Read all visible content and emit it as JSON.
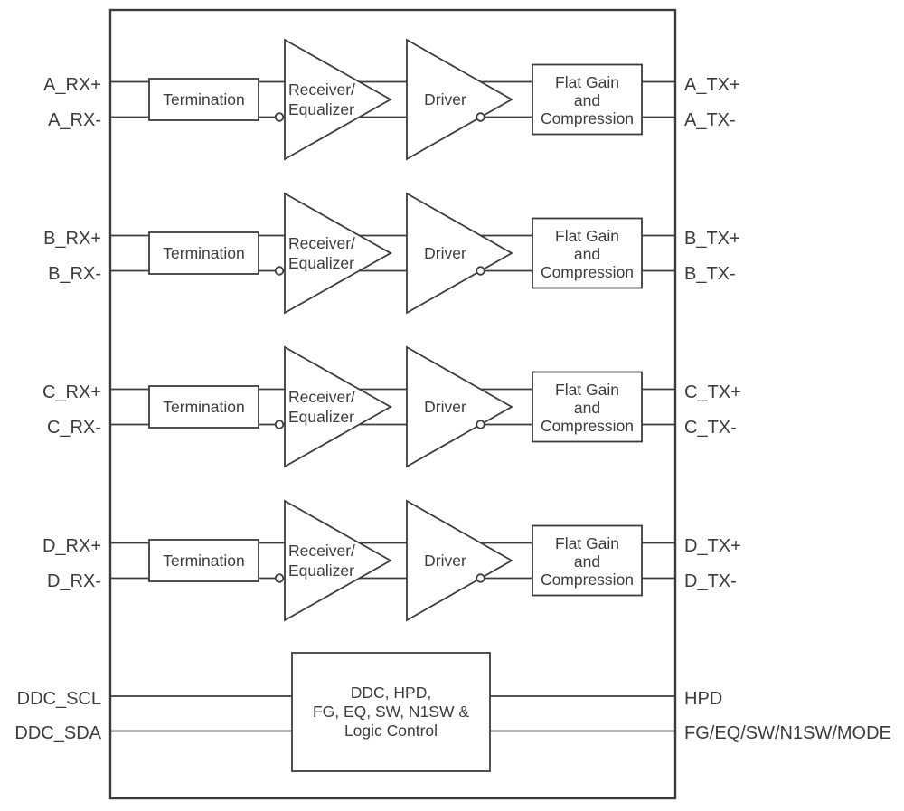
{
  "diagram": {
    "channels": [
      {
        "rx_plus": "A_RX+",
        "rx_minus": "A_RX-",
        "tx_plus": "A_TX+",
        "tx_minus": "A_TX-"
      },
      {
        "rx_plus": "B_RX+",
        "rx_minus": "B_RX-",
        "tx_plus": "B_TX+",
        "tx_minus": "B_TX-"
      },
      {
        "rx_plus": "C_RX+",
        "rx_minus": "C_RX-",
        "tx_plus": "C_TX+",
        "tx_minus": "C_TX-"
      },
      {
        "rx_plus": "D_RX+",
        "rx_minus": "D_RX-",
        "tx_plus": "D_TX+",
        "tx_minus": "D_TX-"
      }
    ],
    "blocks": {
      "termination": "Termination",
      "receiver_equalizer": [
        "Receiver/",
        "Equalizer"
      ],
      "driver": "Driver",
      "flat_gain": [
        "Flat Gain",
        "and",
        "Compression"
      ],
      "logic_control": [
        "DDC, HPD,",
        "FG, EQ, SW, N1SW &",
        "Logic Control"
      ]
    },
    "control_ports": {
      "ddc_scl": "DDC_SCL",
      "ddc_sda": "DDC_SDA",
      "hpd": "HPD",
      "config": "FG/EQ/SW/N1SW/MODE"
    },
    "colors": {
      "ink": "#3d3d3d",
      "background": "#ffffff"
    }
  }
}
